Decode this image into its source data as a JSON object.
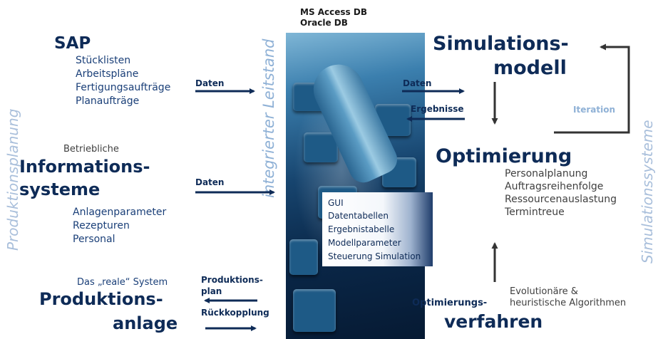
{
  "db": {
    "line1": "MS Access DB",
    "line2": "Oracle DB"
  },
  "sap": {
    "title": "SAP",
    "items": [
      "Stücklisten",
      "Arbeitspläne",
      "Fertigungsaufträge",
      "Planaufträge"
    ],
    "arrow_label": "Daten"
  },
  "info": {
    "pre": "Betriebliche",
    "title1": "Informations-",
    "title2": "systeme",
    "items": [
      "Anlagenparameter",
      "Rezepturen",
      "Personal"
    ],
    "arrow_label": "Daten"
  },
  "anlage": {
    "pre": "Das „reale“ System",
    "title1": "Produktions-",
    "title2": "anlage",
    "label_plan1": "Produktions-",
    "label_plan2": "plan",
    "label_back": "Rückkopplung"
  },
  "center": {
    "vertical_label": "integrierter Leitstand",
    "menu": [
      "GUI",
      "Datentabellen",
      "Ergebnistabelle",
      "Modellparameter",
      "Steuerung Simulation"
    ]
  },
  "sim": {
    "title1": "Simulations-",
    "title2": "modell",
    "label_daten": "Daten",
    "label_ergebnisse": "Ergebnisse",
    "label_iteration": "Iteration"
  },
  "opt": {
    "title": "Optimierung",
    "items": [
      "Personalplanung",
      "Auftragsreihenfolge",
      "Ressourcenauslastung",
      "Termintreue"
    ]
  },
  "verfahren": {
    "title1": "Optimierungs-",
    "title2": "verfahren",
    "desc1": "Evolutionäre &",
    "desc2": "heuristische Algorithmen"
  },
  "side": {
    "left": "Produktionsplanung",
    "right": "Simulationssysteme"
  },
  "colors": {
    "navy": "#0e2b57",
    "light_blue": "#a9bfdb",
    "iteration": "#8fb1d6"
  }
}
